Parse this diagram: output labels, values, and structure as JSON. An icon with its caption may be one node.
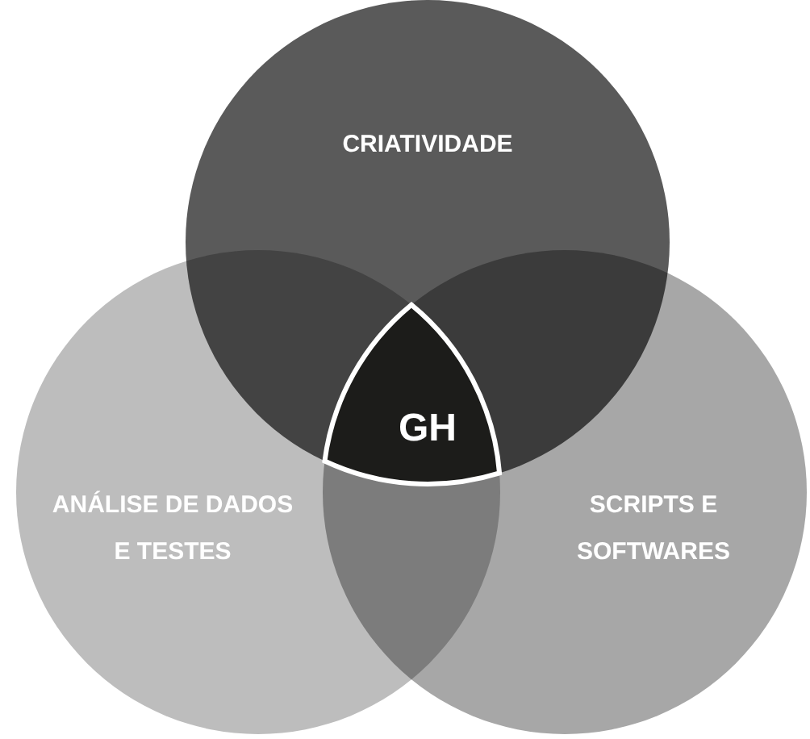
{
  "diagram": {
    "nodes": [
      {
        "text": [
          "CRIATIVIDADE"
        ]
      },
      {
        "text": [
          "ANÁLISE DE DADOS E TESTES"
        ]
      },
      {
        "text": [
          "SCRIPTS E SOFTWARES"
        ]
      },
      {
        "text": [
          "GH"
        ]
      }
    ],
    "edges": []
  }
}
